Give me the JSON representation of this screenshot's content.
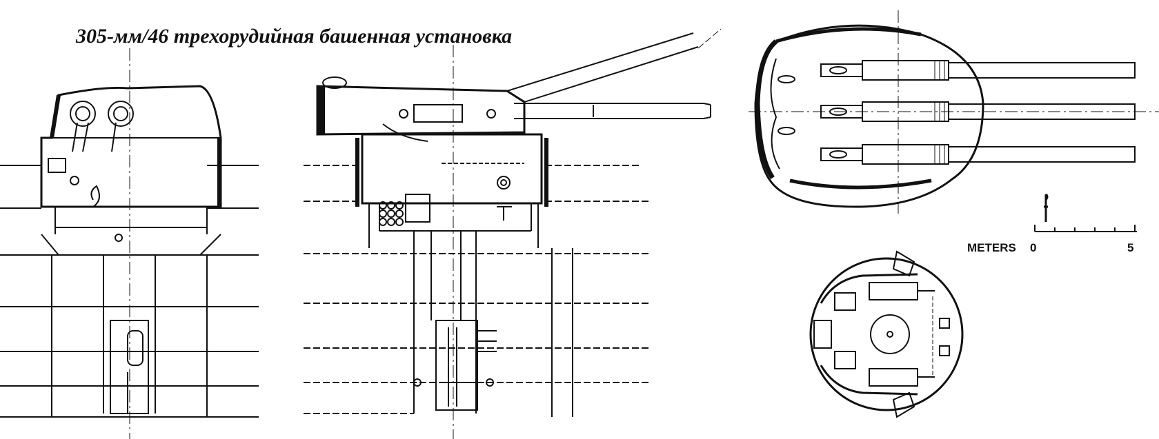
{
  "title": "305-мм/46 трехорудийная башенная установка",
  "scale": {
    "label": "METERS",
    "start": "0",
    "end": "5"
  }
}
